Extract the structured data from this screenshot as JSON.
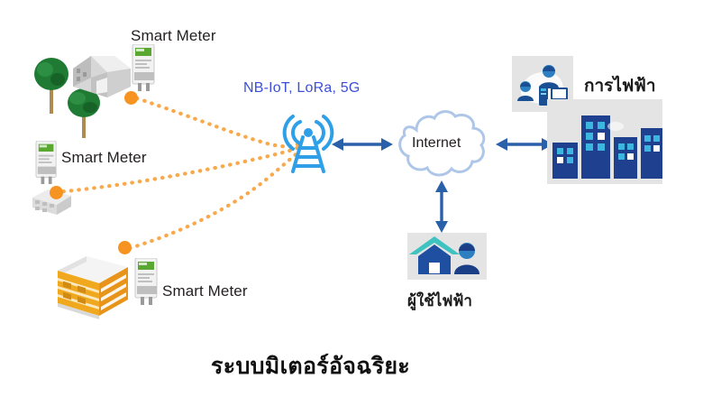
{
  "title": "ระบบมิเตอร์อัจฉริยะ",
  "colors": {
    "orange_dot": "#f79421",
    "orange_dash": "#f9a94a",
    "protocol_text": "#3b4fd8",
    "tower_blue": "#2fa0e8",
    "arrow_blue": "#2a5faa",
    "building_dark": "#1f3f8f",
    "building_window": "#3cb5df",
    "tile_grey": "#e4e4e4",
    "tree_green": "#1f7a34",
    "house_grey": "#c9c9c9",
    "apartment_orange": "#f0a81e",
    "background": "#ffffff",
    "text_dark": "#231f20"
  },
  "nodes": {
    "meter_house": {
      "label": "Smart Meter",
      "icon": "smart-meter-icon"
    },
    "meter_shed": {
      "label": "Smart Meter",
      "icon": "smart-meter-icon"
    },
    "meter_apartment": {
      "label": "Smart Meter",
      "icon": "smart-meter-icon"
    },
    "tower": {
      "label": "NB-IoT, LoRa, 5G",
      "icon": "cell-tower-icon"
    },
    "internet": {
      "label": "Internet",
      "icon": "cloud-icon"
    },
    "utility": {
      "label": "การไฟฟ้า",
      "icon": "office-staff-icon"
    },
    "consumer": {
      "label": "ผู้ใช้ไฟฟ้า",
      "icon": "home-user-icon"
    }
  },
  "links": [
    {
      "from": "meter_house",
      "to": "tower",
      "style": "dotted",
      "color": "#f9a94a"
    },
    {
      "from": "meter_shed",
      "to": "tower",
      "style": "dotted",
      "color": "#f9a94a"
    },
    {
      "from": "meter_apartment",
      "to": "tower",
      "style": "dotted",
      "color": "#f9a94a"
    },
    {
      "from": "tower",
      "to": "internet",
      "style": "double-arrow",
      "color": "#2a5faa"
    },
    {
      "from": "internet",
      "to": "utility",
      "style": "double-arrow",
      "color": "#2a5faa"
    },
    {
      "from": "internet",
      "to": "consumer",
      "style": "double-arrow",
      "color": "#2a5faa"
    }
  ]
}
